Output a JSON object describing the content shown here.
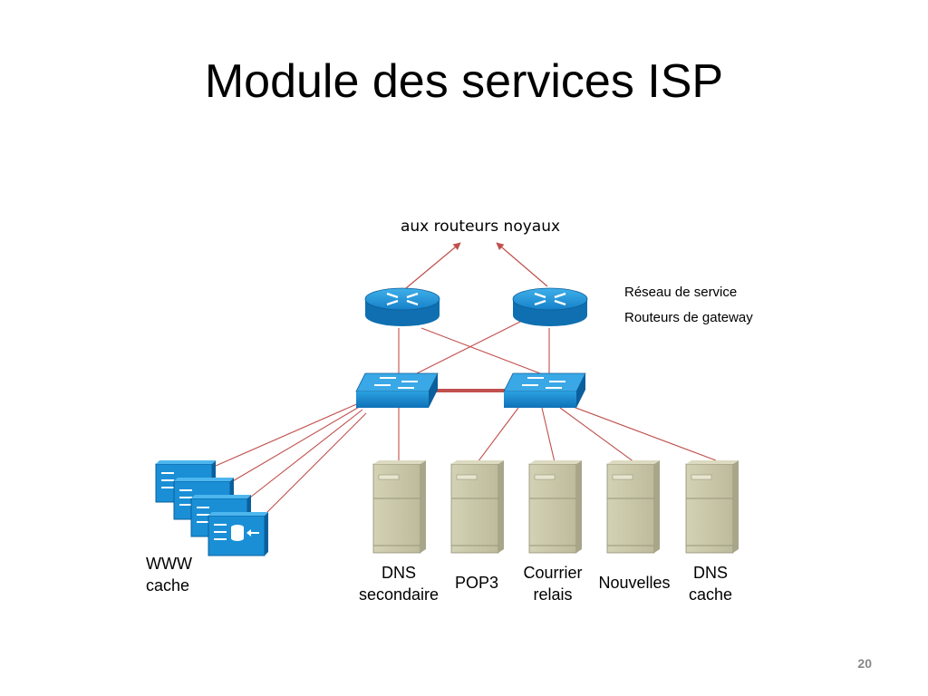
{
  "slide": {
    "title": "Module des services ISP",
    "page_number": "20"
  },
  "diagram": {
    "core_label": "aux routeurs noyaux",
    "legend": {
      "line1": "Réseau de service",
      "line2": "Routeurs de gateway"
    },
    "servers": [
      {
        "line1": "DNS",
        "line2": "secondaire"
      },
      {
        "line1": "POP3",
        "line2": ""
      },
      {
        "line1": "Courrier",
        "line2": "relais"
      },
      {
        "line1": "Nouvelles",
        "line2": ""
      },
      {
        "line1": "DNS",
        "line2": "cache"
      }
    ],
    "cache_label": {
      "line1": "WWW",
      "line2": "cache"
    },
    "colors": {
      "link": "#c0504d",
      "trunk": "#c0504d",
      "device_blue": "#1a8fd6",
      "server_body": "#c9c7a8",
      "server_side": "#a8a68a"
    },
    "icons": [
      "router-icon",
      "switch-icon",
      "server-icon",
      "cache-engine-icon"
    ]
  }
}
